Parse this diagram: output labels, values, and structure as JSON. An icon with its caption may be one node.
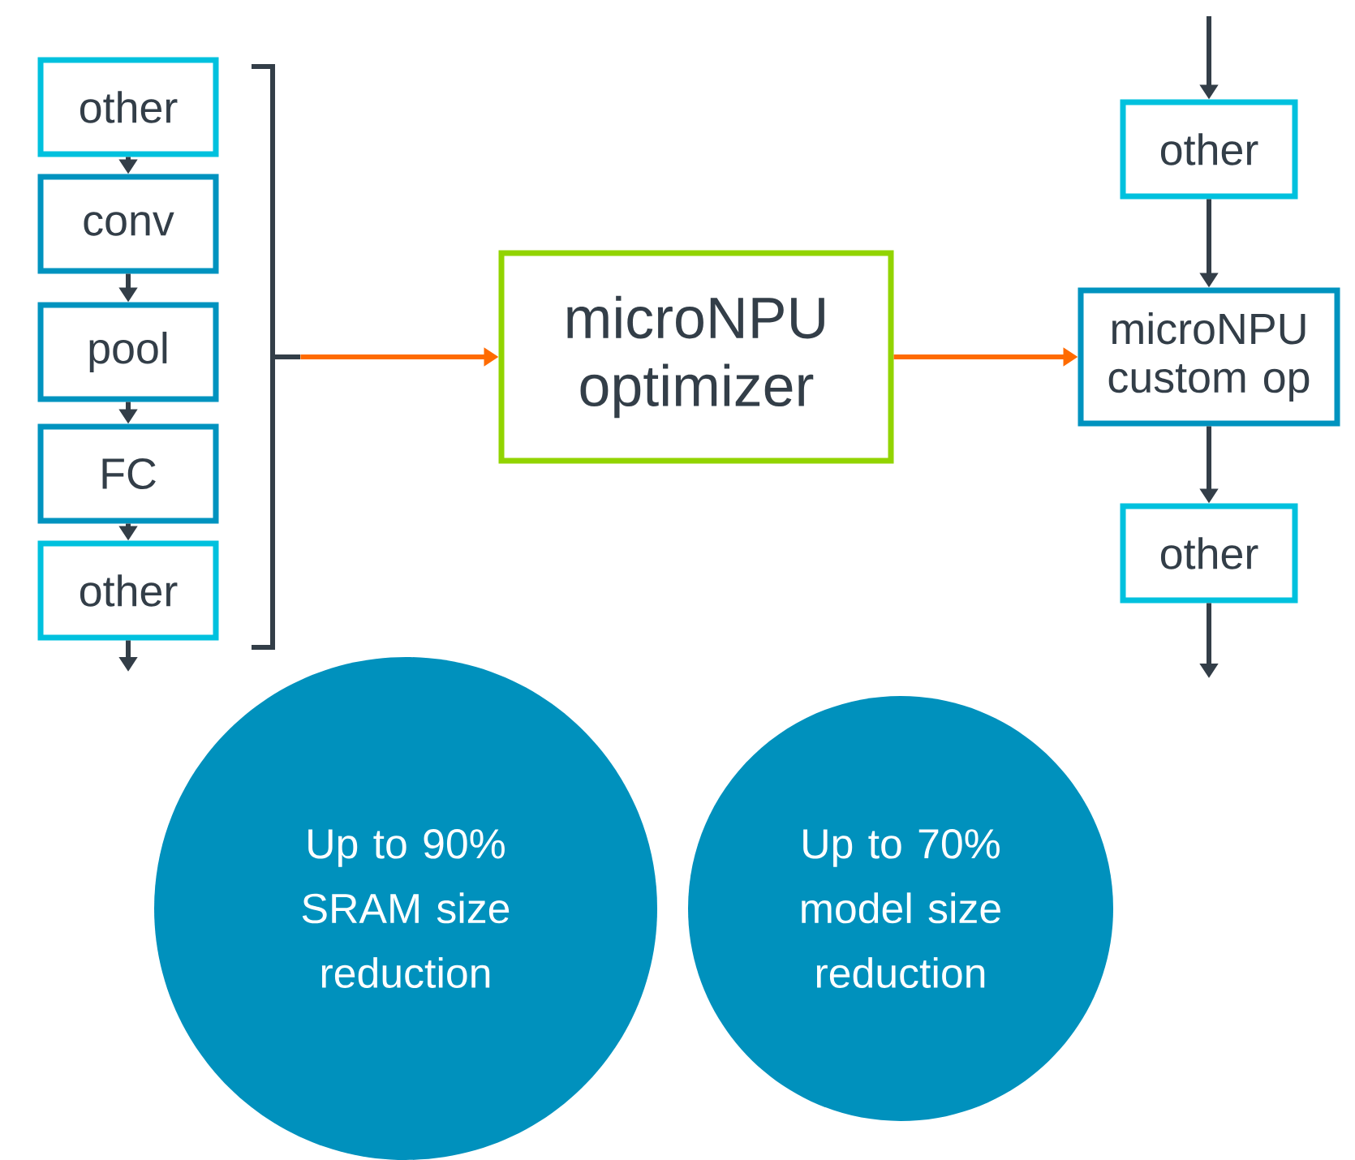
{
  "diagram": {
    "nodes": [
      {
        "text": [
          "other"
        ]
      },
      {
        "text": [
          "conv"
        ]
      },
      {
        "text": [
          "pool"
        ]
      },
      {
        "text": [
          "FC"
        ]
      },
      {
        "text": [
          "other"
        ]
      },
      {
        "text": [],
        "shape": "bracket"
      },
      {
        "text": [
          "microNPU optimizer"
        ]
      },
      {
        "text": [
          "other"
        ]
      },
      {
        "text": [
          "microNPU custom op"
        ]
      },
      {
        "text": [
          "other"
        ]
      },
      {
        "text": [
          "Up to 90% SRAM size reduction"
        ]
      },
      {
        "text": [
          "Up to 70% model size reduction"
        ]
      }
    ],
    "edges": [
      {
        "from": 0,
        "to": 1,
        "arrow": "to"
      },
      {
        "from": 1,
        "to": 2,
        "arrow": "to"
      },
      {
        "from": 2,
        "to": 3,
        "arrow": "to"
      },
      {
        "from": 3,
        "to": 4,
        "arrow": "to"
      },
      {
        "from": 4,
        "to": null,
        "arrow": "to"
      },
      {
        "from": 5,
        "to": 6,
        "arrow": "to",
        "color": "#ff6b00"
      },
      {
        "from": 6,
        "to": 8,
        "arrow": "to",
        "color": "#ff6b00"
      },
      {
        "from": null,
        "to": 7,
        "arrow": "to"
      },
      {
        "from": 7,
        "to": 8,
        "arrow": "to"
      },
      {
        "from": 8,
        "to": 9,
        "arrow": "to"
      },
      {
        "from": 9,
        "to": null,
        "arrow": "to"
      }
    ]
  }
}
